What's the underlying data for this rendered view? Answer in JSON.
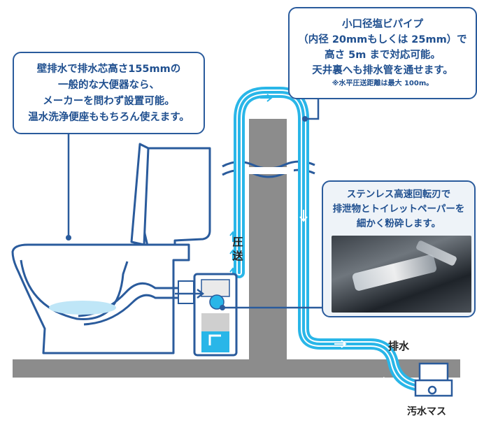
{
  "callouts": {
    "left": {
      "lines": [
        "壁排水で排水芯高さ155mmの",
        "一般的な大便器なら、",
        "メーカーを問わず設置可能。",
        "温水洗浄便座ももちろん使えます。"
      ]
    },
    "top": {
      "lines": [
        "小口径塩ビパイプ",
        "（内径 20mmもしくは 25mm）で",
        "高さ 5m まで対応可能。",
        "天井裏へも排水管を通せます。"
      ],
      "note": "※水平圧送距離は最大 100m。"
    },
    "right": {
      "lines": [
        "ステンレス高速回転刃で",
        "排泄物とトイレットペーパーを",
        "細かく粉砕します。"
      ]
    }
  },
  "labels": {
    "pressure": "圧送",
    "drain": "排水",
    "sewer_box": "汚水マス"
  },
  "colors": {
    "navy": "#2a5b9c",
    "pipe_blue": "#29b6e8",
    "wall_gray": "#8c8c8c",
    "floor_gray": "#8c8c8c"
  }
}
